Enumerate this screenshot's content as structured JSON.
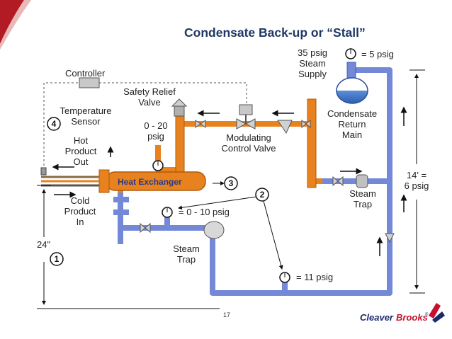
{
  "title": "Condensate Back-up or “Stall”",
  "labels": {
    "controller": "Controller",
    "safety_relief_1": "Safety Relief",
    "safety_relief_2": "Valve",
    "temp_sensor_1": "Temperature",
    "temp_sensor_2": "Sensor",
    "hot_1": "Hot",
    "hot_2": "Product",
    "hot_3": "Out",
    "psig_range_1": "0 - 20",
    "psig_range_2": "psig",
    "mod_valve_1": "Modulating",
    "mod_valve_2": "Control Valve",
    "steam_supply_1": "35 psig",
    "steam_supply_2": "Steam",
    "steam_supply_3": "Supply",
    "gauge_top": "= 5 psig",
    "return_1": "Condensate",
    "return_2": "Return",
    "return_3": "Main",
    "height_1": "14' =",
    "height_2": "6 psig",
    "steam_trap_right_1": "Steam",
    "steam_trap_right_2": "Trap",
    "heat_exchanger": "Heat Exchanger",
    "cold_1": "Cold",
    "cold_2": "Product",
    "cold_3": "In",
    "gauge_mid": "= 0 - 10 psig",
    "steam_trap_left_1": "Steam",
    "steam_trap_left_2": "Trap",
    "gauge_bottom": "= 11 psig",
    "height_left": "24\""
  },
  "markers": [
    "1",
    "2",
    "3",
    "4"
  ],
  "page_number": "17",
  "logo": {
    "part1": "Cleaver",
    "part2": "Brooks",
    "reg": "®"
  },
  "colors": {
    "steam_pipe": "#e8821e",
    "condensate_pipe": "#7389d8",
    "title": "#1f3864",
    "accent_red": "#c8102e"
  }
}
